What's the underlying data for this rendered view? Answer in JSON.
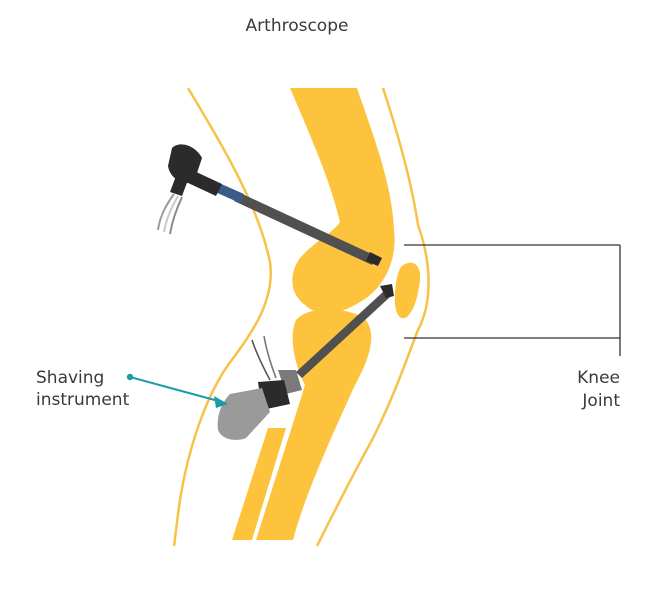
{
  "labels": {
    "arthroscope": "Arthroscope",
    "shaving_line1": "Shaving",
    "shaving_line2": "instrument",
    "knee_line1": "Knee",
    "knee_line2": "Joint"
  },
  "colors": {
    "bone": "#FDC33C",
    "skin_outline": "#F6C24A",
    "callout_teal": "#1A9BA6",
    "bracket": "#333333",
    "scope_dark": "#2b2b2b",
    "scope_shaft": "#505050",
    "scope_band": "#3a5d87",
    "handle_gray": "#9a9a9a"
  },
  "icons": {
    "arthroscope": "arthroscope-device",
    "shaver": "shaving-instrument-device",
    "callout": "teal-arrow-pointer"
  }
}
